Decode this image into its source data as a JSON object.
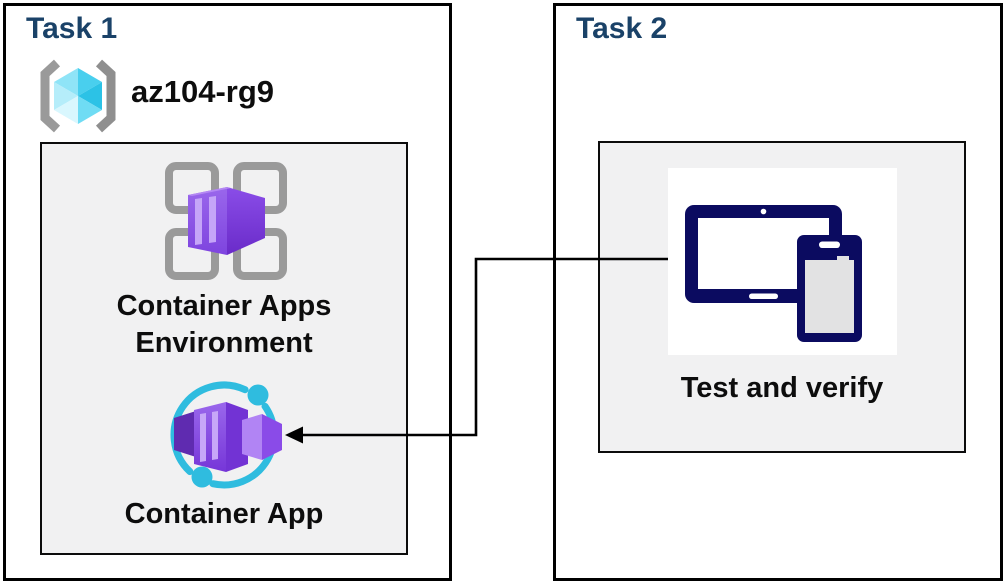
{
  "task1": {
    "title": "Task 1",
    "resource_group_name": "az104-rg9",
    "environment_label": "Container Apps Environment",
    "app_label": "Container App"
  },
  "task2": {
    "title": "Task 2",
    "test_label": "Test and verify"
  },
  "icons": {
    "resource_group": "resource-group-icon",
    "container_apps_environment": "container-apps-environment-icon",
    "container_app": "container-app-icon",
    "devices": "devices-icon",
    "connector": "connector-arrow"
  },
  "colors": {
    "title_color": "#1A4268",
    "border_color": "#000000",
    "box_fill": "#F1F1F2",
    "navy": "#0B0B60",
    "cyan": "#2FBCDF",
    "purple": "#7E44DF",
    "gray_frame": "#9A9A9A",
    "cube_cyan": "#49CFEE"
  }
}
